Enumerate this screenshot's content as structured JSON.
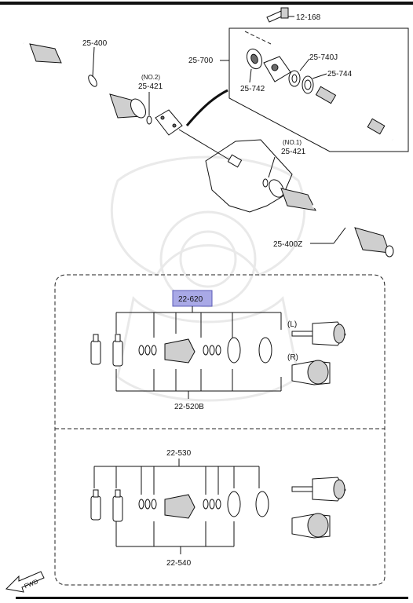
{
  "labels": {
    "top_bolt": "12-168",
    "upper_shaft": "25-400",
    "detail_box": "25-700",
    "detail_bearing": "25-740J",
    "detail_seal": "25-744",
    "detail_bracket": "25-742",
    "clip_no2_note": "(NO.2)",
    "clip_no2": "25-421",
    "clip_no1_note": "(NO.1)",
    "clip_no1": "25-421",
    "lower_shaft": "25-400Z",
    "kit_highlight": "22-620",
    "inner_left_note": "(L)",
    "inner_right_note": "(R)",
    "boot_kit_upper": "22-520B",
    "boot_kit_lower_top": "22-530",
    "boot_kit_lower_bottom": "22-540",
    "fwd_arrow": "FWD"
  },
  "colors": {
    "highlight_fill": "#a9a9e6",
    "highlight_border": "#5c5cb8",
    "line": "#111111"
  }
}
